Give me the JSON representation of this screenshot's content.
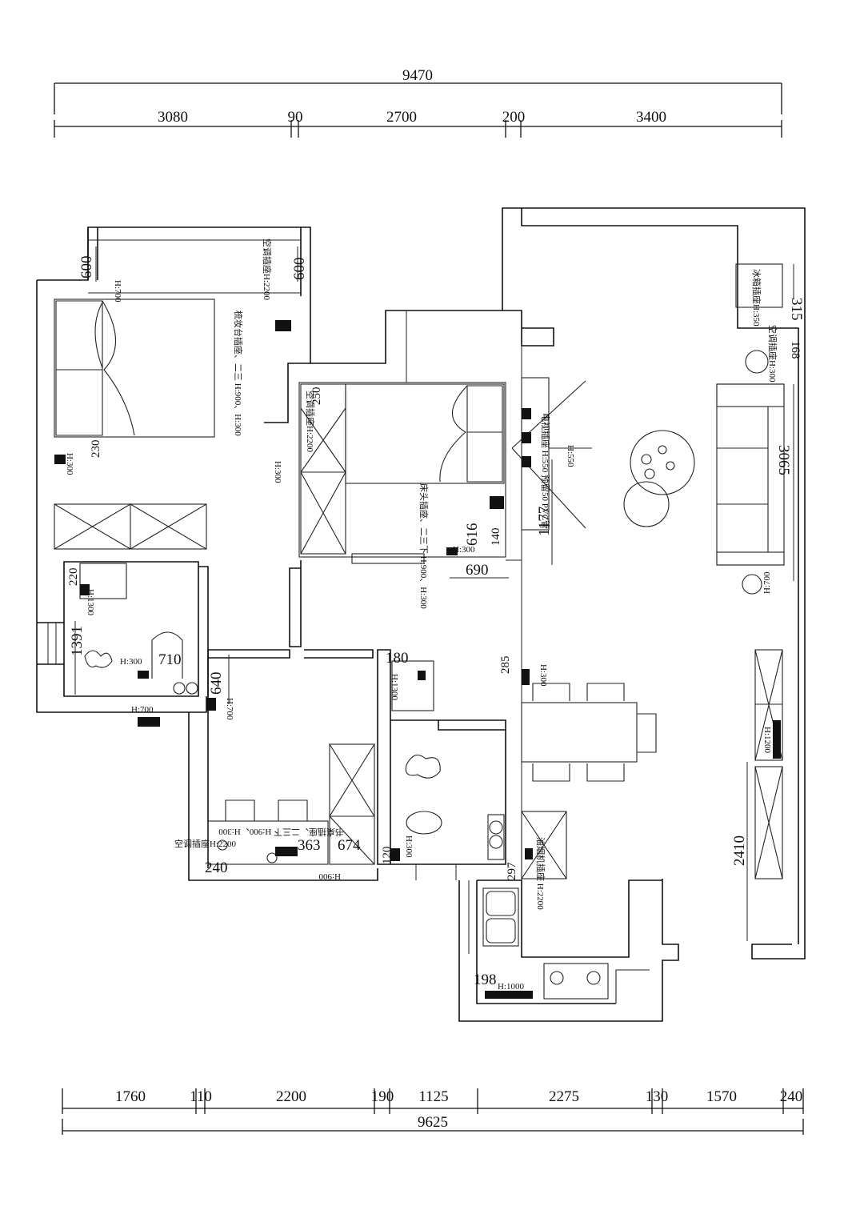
{
  "top_dimensions": {
    "total": "9470",
    "segments": [
      "3080",
      "90",
      "2700",
      "200",
      "3400"
    ]
  },
  "bottom_dimensions": {
    "total": "9625",
    "segments": [
      "1760",
      "110",
      "2200",
      "190",
      "1125",
      "2275",
      "130",
      "1570",
      "240"
    ]
  },
  "room_dimensions": [
    "600",
    "600",
    "230",
    "220",
    "1391",
    "710",
    "640",
    "240",
    "363",
    "674",
    "250",
    "616",
    "140",
    "690",
    "1177",
    "180",
    "285",
    "120",
    "297",
    "198",
    "315",
    "168",
    "3065",
    "2410"
  ],
  "annotations": {
    "bedroom1_right_outlet": "梳妆台插座、二三 H:900、H:300",
    "bedroom1_ac": "空调插座H:2200",
    "h700": "H:700",
    "h300": "H:300",
    "h1300": "H:1300",
    "h900": "H:900",
    "bedroom2_ac": "空调插座H:2200",
    "bedroom2_bed_outlet": "床头插座、二三下 H:900、H:300",
    "tv_outlet": "电视插座 H:550 预留50 PVC管",
    "h550": "H:550",
    "study_ac": "空调插座H:2200",
    "study_desk": "书桌插座、二三下 H:900、H:300",
    "range_hood": "油烟机插座 H:2200",
    "h1000": "H:1000",
    "h350": "H:350",
    "fridge_outlet": "冰箱插座H:350",
    "living_ac": "空调插座H:300",
    "h1200": "H:1200"
  },
  "colors": {
    "line": "#111111",
    "background": "#ffffff"
  }
}
